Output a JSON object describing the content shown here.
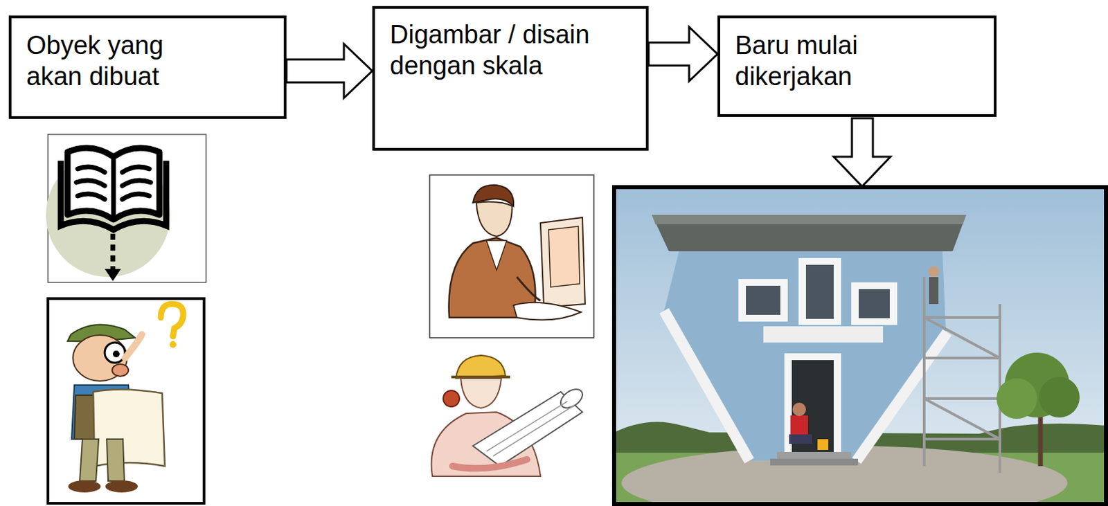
{
  "diagram": {
    "nodes": [
      {
        "text": [
          "Obyek yang akan dibuat"
        ]
      },
      {
        "text": [
          "Digambar / disain dengan skala"
        ]
      },
      {
        "text": [
          "Baru mulai dikerjakan"
        ]
      }
    ],
    "edges": [
      {
        "from": 0,
        "to": 1,
        "arrow": "to"
      },
      {
        "from": 1,
        "to": 2,
        "arrow": "to"
      }
    ]
  }
}
